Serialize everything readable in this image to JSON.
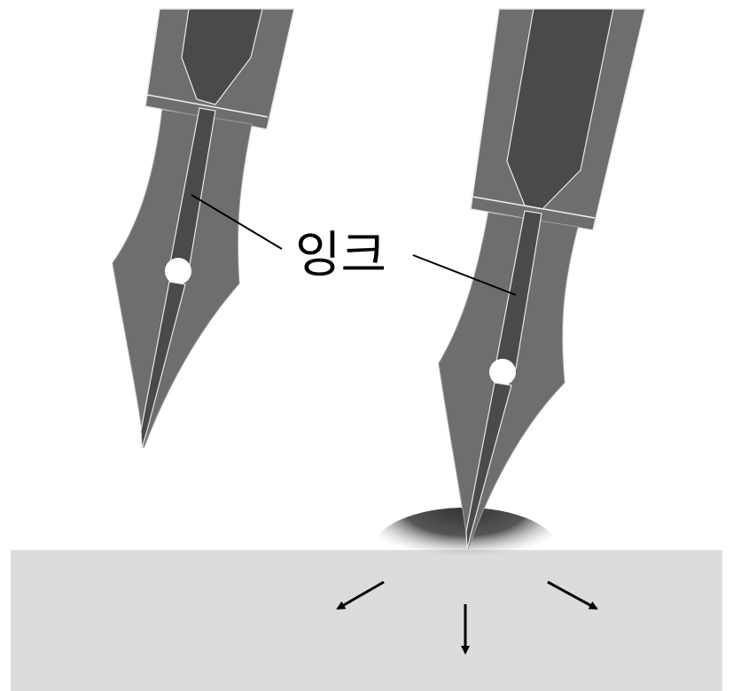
{
  "labels": {
    "ink": "잉크"
  },
  "colors": {
    "background": "#ffffff",
    "paper": "#dcdcdc",
    "nib_body": "#6e6e6e",
    "ink_channel": "#4a4a4a",
    "outline": "#ffffff",
    "ink_spot": "#3a3a3a",
    "arrow": "#000000",
    "leader_line": "#000000"
  },
  "elements": {
    "left_pen": "fountain-pen-nib",
    "right_pen": "fountain-pen-nib",
    "paper": "paper-surface",
    "ink_spread": "ink-absorption-spot",
    "arrows": [
      "arrow-down-left",
      "arrow-down",
      "arrow-down-right"
    ]
  }
}
